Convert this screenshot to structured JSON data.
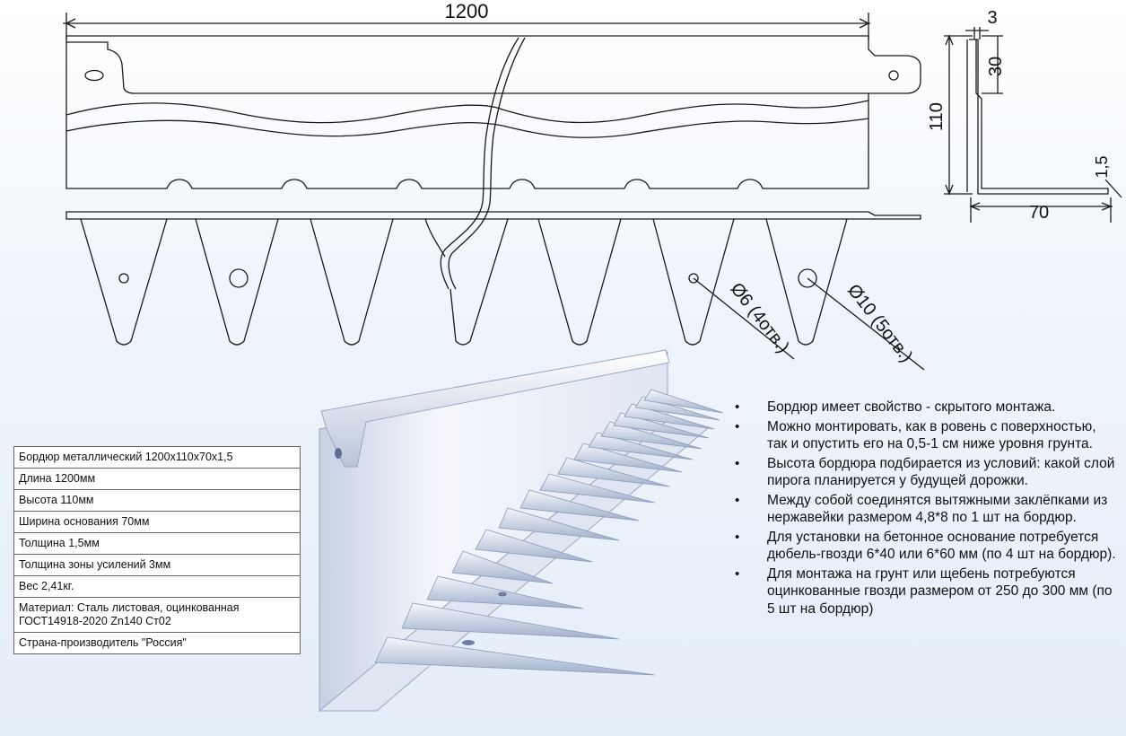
{
  "drawing": {
    "length_label": "1200",
    "height_label": "110",
    "top_thickness_label": "3",
    "flange_label": "30",
    "sheet_thickness_label": "1,5",
    "base_width_label": "70",
    "hole_small_label": "Ø6 (4отв.)",
    "hole_large_label": "Ø10 (5отв.)"
  },
  "specs": [
    "Бордюр металлический 1200х110х70х1,5",
    "Длина 1200мм",
    "Высота 110мм",
    "Ширина основания 70мм",
    "Толщина 1,5мм",
    "Толщина зоны усилений 3мм",
    "Вес 2,41кг.",
    "Материал: Сталь листовая, оцинкованная ГОСТ14918-2020 Zn140 Ст02",
    "Страна-производитель \"Россия\""
  ],
  "features": [
    "Бордюр имеет свойство - скрытого монтажа.",
    "Можно монтировать, как в ровень с поверхностью, так и опустить его на 0,5-1 см ниже уровня грунта.",
    "Высота бордюра подбирается из условий: какой слой пирога планируется у будущей дорожки.",
    "Между собой соединятся вытяжными заклёпками из нержавейки размером 4,8*8 по 1 шт на бордюр.",
    "Для установки на бетонное основание потребуется дюбель-гвозди 6*40 или 6*60 мм (по 4 шт на бордюр).",
    "Для монтажа на грунт или щебень потребуются оцинкованные гвозди размером от 250 до 300 мм (по 5 шт на бордюр)"
  ],
  "colors": {
    "line": "#1a1a1a",
    "metal_light": "#f2f5fb",
    "metal_shade": "#aab8d0",
    "background": "#e8f0fa"
  }
}
